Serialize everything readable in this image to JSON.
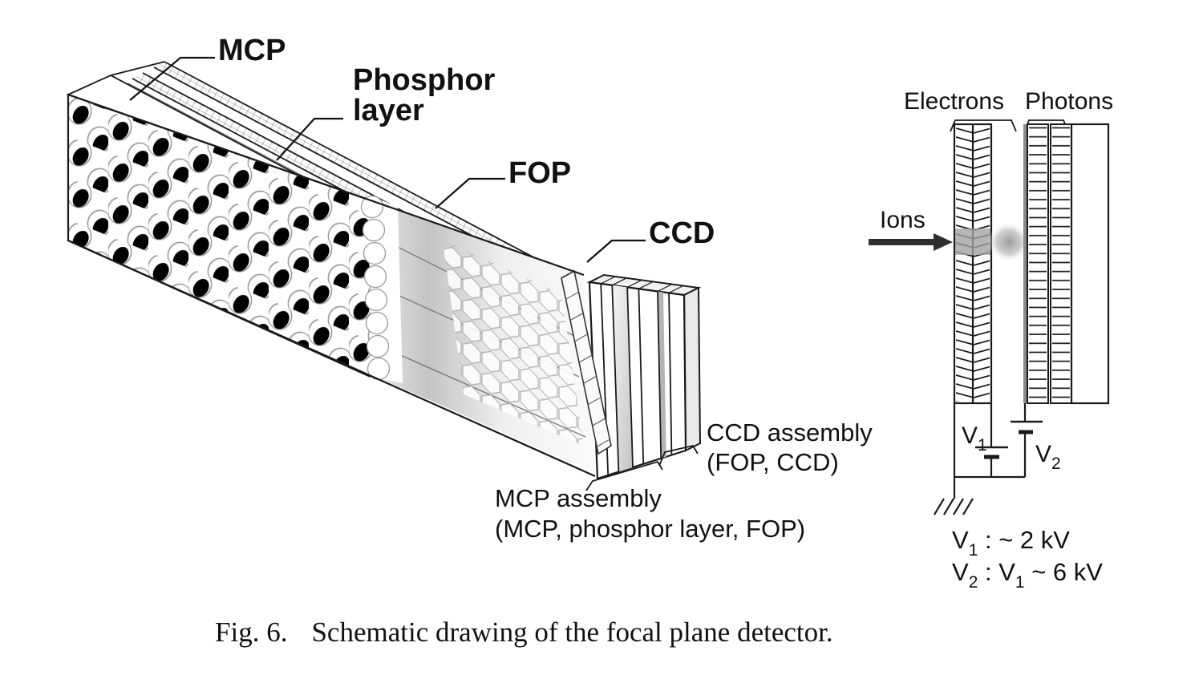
{
  "colors": {
    "ink": "#1a1a1a",
    "phosphor_gray": "#c6c6c6",
    "phosphor_strip_dark": "#8b8b8b",
    "beam_gray": "#b5b5b5",
    "background": "#ffffff"
  },
  "exploded_view": {
    "mcp_label": "MCP",
    "phosphor_label_line1": "Phosphor",
    "phosphor_label_line2": "layer",
    "fop_label": "FOP",
    "ccd_label": "CCD",
    "ccd_assembly_line1": "CCD assembly",
    "ccd_assembly_line2": "(FOP, CCD)",
    "mcp_assembly_line1": "MCP assembly",
    "mcp_assembly_line2": "(MCP, phosphor layer, FOP)"
  },
  "cross_section": {
    "electrons_label": "Electrons",
    "photons_label": "Photons",
    "ions_label": "Ions",
    "v_base": "V",
    "v1_sub": "1",
    "v2_sub": "2",
    "note1_rest": " : ~ 2 kV",
    "note2_sep": " : ",
    "note2_rest": " ~ 6 kV"
  },
  "caption": {
    "figure_number": "Fig. 6.",
    "text": "Schematic drawing of the focal plane detector."
  }
}
